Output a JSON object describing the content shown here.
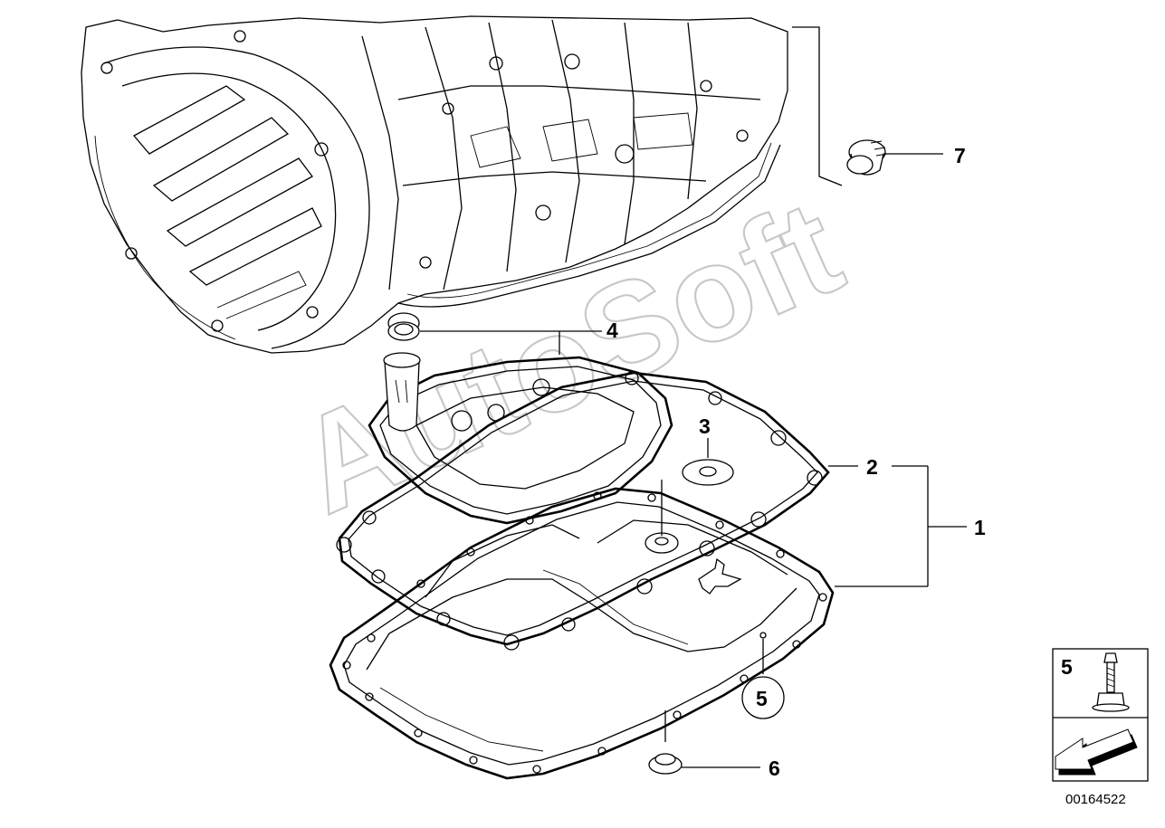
{
  "diagram": {
    "callouts": {
      "c1": "1",
      "c2": "2",
      "c3": "3",
      "c4": "4",
      "c5": "5",
      "c5_circle": "5",
      "c6": "6",
      "c7": "7"
    },
    "legend": {
      "label": "5"
    },
    "watermark": "AutoSoft",
    "document_number": "00164522"
  }
}
